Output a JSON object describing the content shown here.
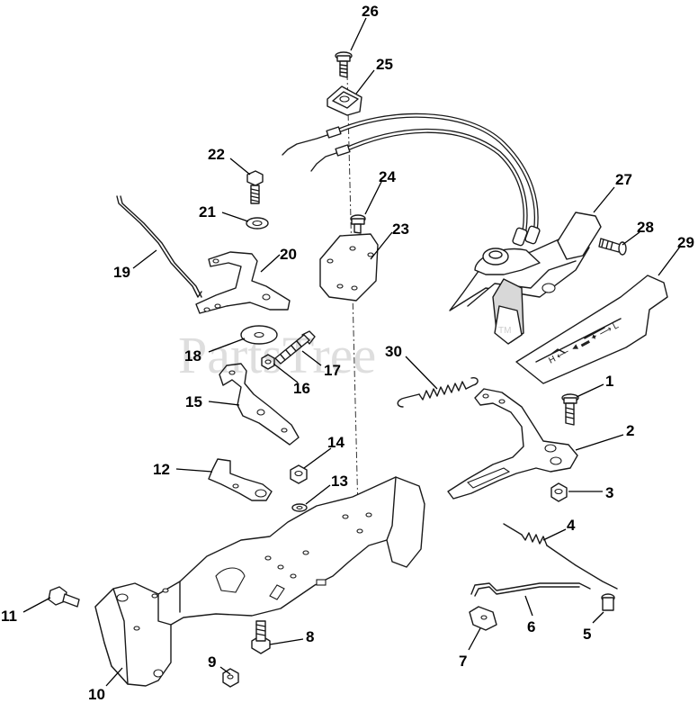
{
  "watermark": "PartsTree",
  "trademark": "TM",
  "callouts": [
    "1",
    "2",
    "3",
    "4",
    "5",
    "6",
    "7",
    "8",
    "9",
    "10",
    "11",
    "12",
    "13",
    "14",
    "15",
    "16",
    "17",
    "18",
    "19",
    "20",
    "21",
    "22",
    "23",
    "24",
    "25",
    "26",
    "27",
    "28",
    "29",
    "30"
  ]
}
